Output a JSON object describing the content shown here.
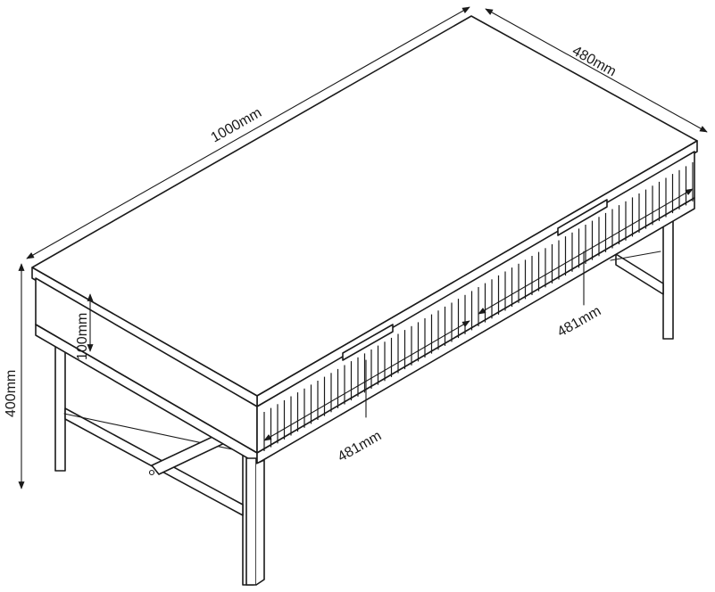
{
  "diagram": {
    "dimensions": {
      "length": "1000mm",
      "depth": "480mm",
      "height": "400mm",
      "drawer_height": "100mm",
      "drawer_width_left": "481mm",
      "drawer_width_right": "481mm"
    }
  }
}
